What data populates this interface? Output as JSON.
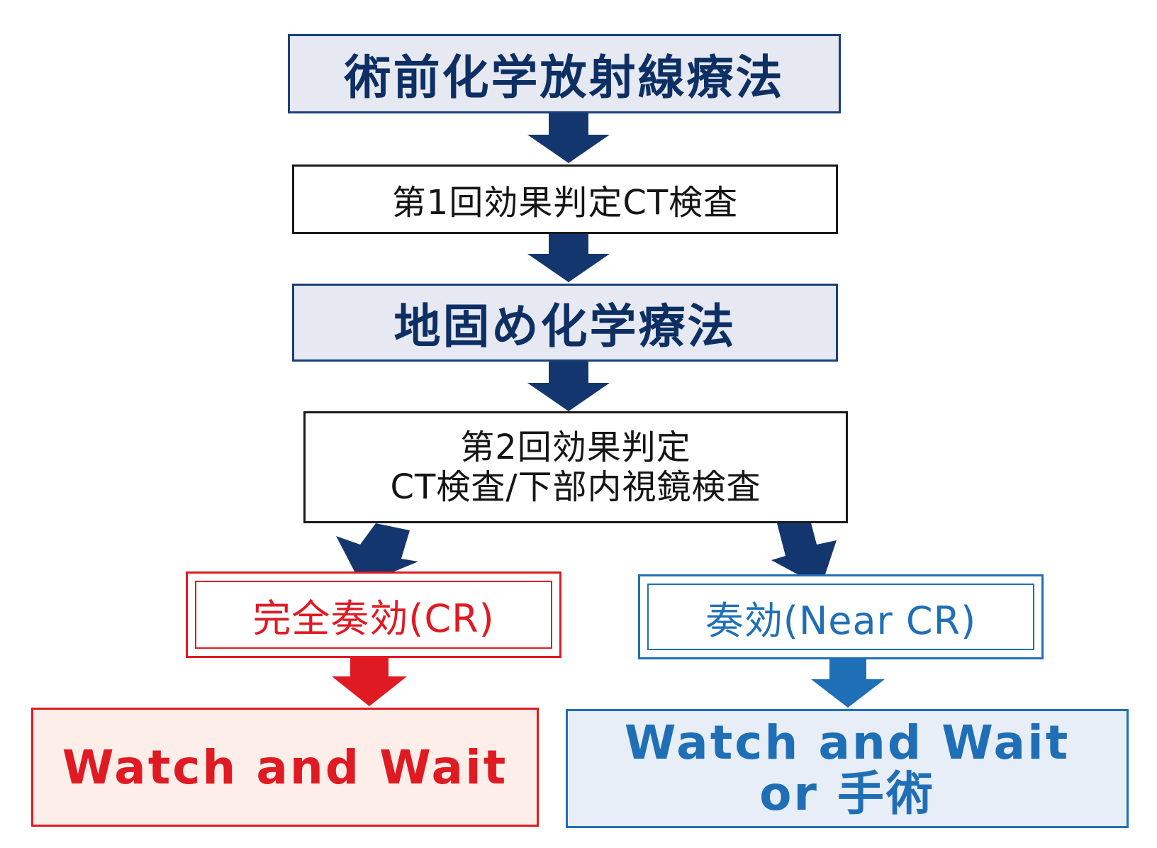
{
  "colors": {
    "navy": "#0e2f63",
    "navy_arrow": "#13366e",
    "red": "#e01a22",
    "blue": "#1f6fb7",
    "shade": "#e6e9f2",
    "red_fill": "#fdeeea",
    "blue_fill": "#e8eef7"
  },
  "steps": {
    "step1": "術前化学放射線療法",
    "step2": "第1回効果判定CT検査",
    "step3": "地固め化学療法",
    "step4_line1": "第2回効果判定",
    "step4_line2": "CT検査/下部内視鏡検査"
  },
  "branches": {
    "left": {
      "response": "完全奏効(CR)",
      "action": "Watch and Wait"
    },
    "right": {
      "response": "奏効(Near CR)",
      "action_line1": "Watch and Wait",
      "action_line2": "or 手術"
    }
  }
}
